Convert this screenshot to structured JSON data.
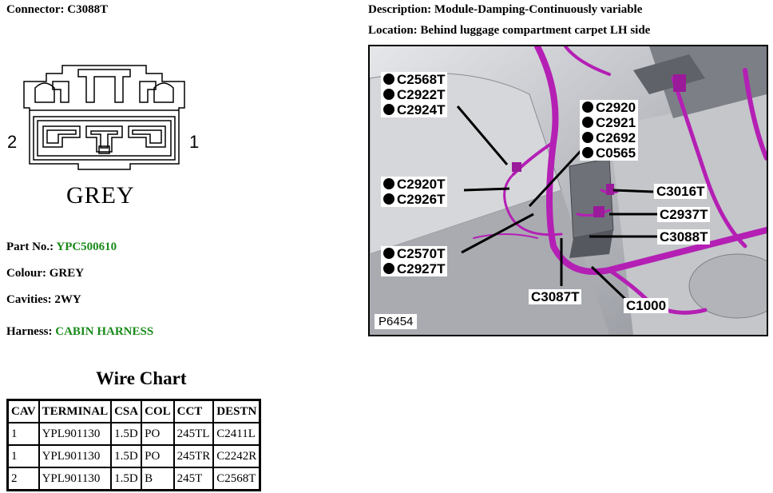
{
  "header": {
    "connector_label": "Connector:",
    "connector_value": "C3088T",
    "description_label": "Description:",
    "description_value": "Module-Damping-Continuously variable",
    "location_label": "Location:",
    "location_value": "Behind luggage compartment carpet LH side"
  },
  "connector_drawing": {
    "pin_left": "2",
    "pin_right": "1",
    "colour_text": "GREY"
  },
  "info": {
    "part_label": "Part No.:",
    "part_value": "YPC500610",
    "colour_label": "Colour:",
    "colour_value": "GREY",
    "cavities_label": "Cavities:",
    "cavities_value": "2WY",
    "harness_label": "Harness:",
    "harness_value": "CABIN HARNESS"
  },
  "wire_chart": {
    "title": "Wire Chart",
    "headers": [
      "CAV",
      "TERMINAL",
      "CSA",
      "COL",
      "CCT",
      "DESTN"
    ],
    "rows": [
      [
        "1",
        "YPL901130",
        "1.5D",
        "PO",
        "245TL",
        "C2411L"
      ],
      [
        "1",
        "YPL901130",
        "1.5D",
        "PO",
        "245TR",
        "C2242R"
      ],
      [
        "2",
        "YPL901130",
        "1.5D",
        "B",
        "245T",
        "C2568T"
      ]
    ]
  },
  "photo": {
    "reference": "P6454",
    "callout_groups": {
      "g1": [
        "C2568T",
        "C2922T",
        "C2924T"
      ],
      "g2": [
        "C2920",
        "C2921",
        "C2692",
        "C0565"
      ],
      "g3": [
        "C2920T",
        "C2926T"
      ],
      "g4": [
        "C2570T",
        "C2927T"
      ],
      "c3016t": "C3016T",
      "c2937t": "C2937T",
      "c3088t": "C3088T",
      "c3087t": "C3087T",
      "c1000": "C1000"
    }
  },
  "colors": {
    "link_green": "#1a8a1a",
    "harness_magenta": "#b41fb4"
  }
}
